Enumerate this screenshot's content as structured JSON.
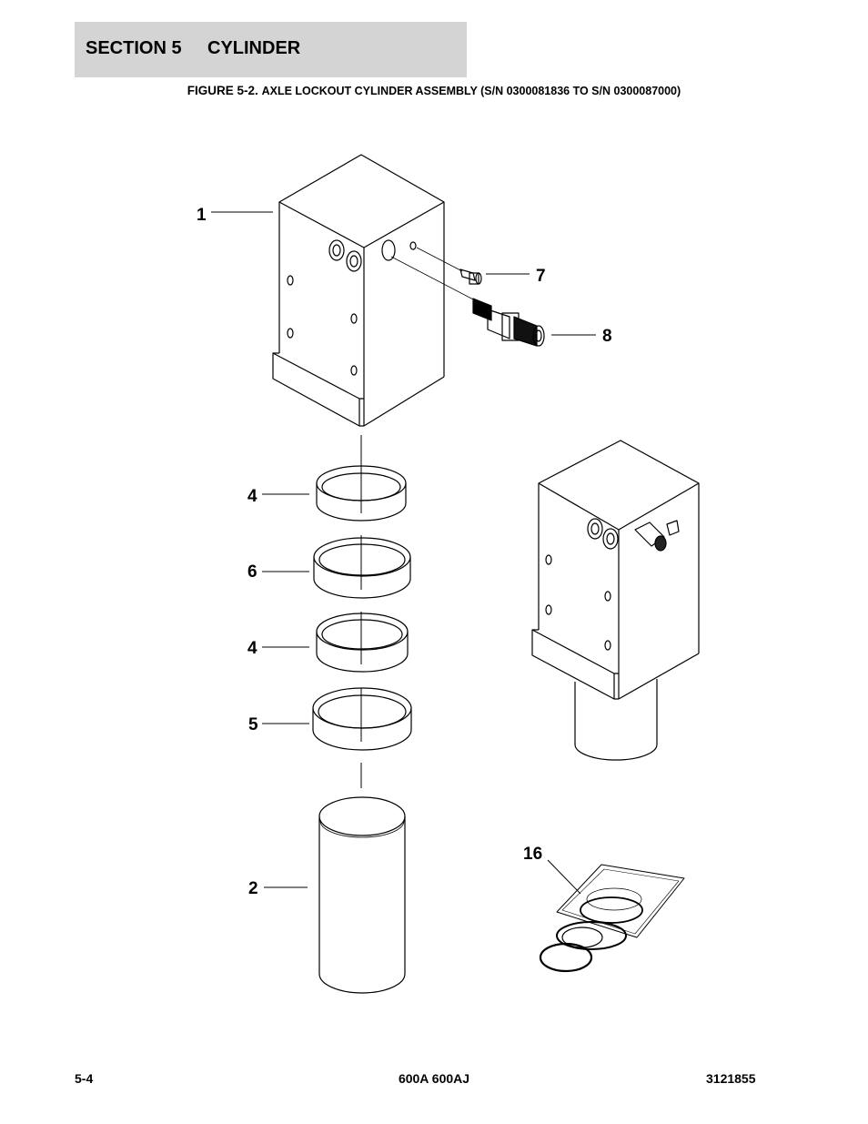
{
  "section": {
    "number": "SECTION 5",
    "name": "CYLINDER"
  },
  "figure": {
    "number": "FIGURE 5-2.",
    "title": "AXLE LOCKOUT CYLINDER ASSEMBLY (S/N 0300081836 TO S/N 0300087000)"
  },
  "callouts": {
    "c1": "1",
    "c7": "7",
    "c8": "8",
    "c4a": "4",
    "c6": "6",
    "c4b": "4",
    "c5": "5",
    "c2": "2",
    "c16": "16"
  },
  "footer": {
    "page": "5-4",
    "model": "600A 600AJ",
    "doc": "3121855"
  }
}
